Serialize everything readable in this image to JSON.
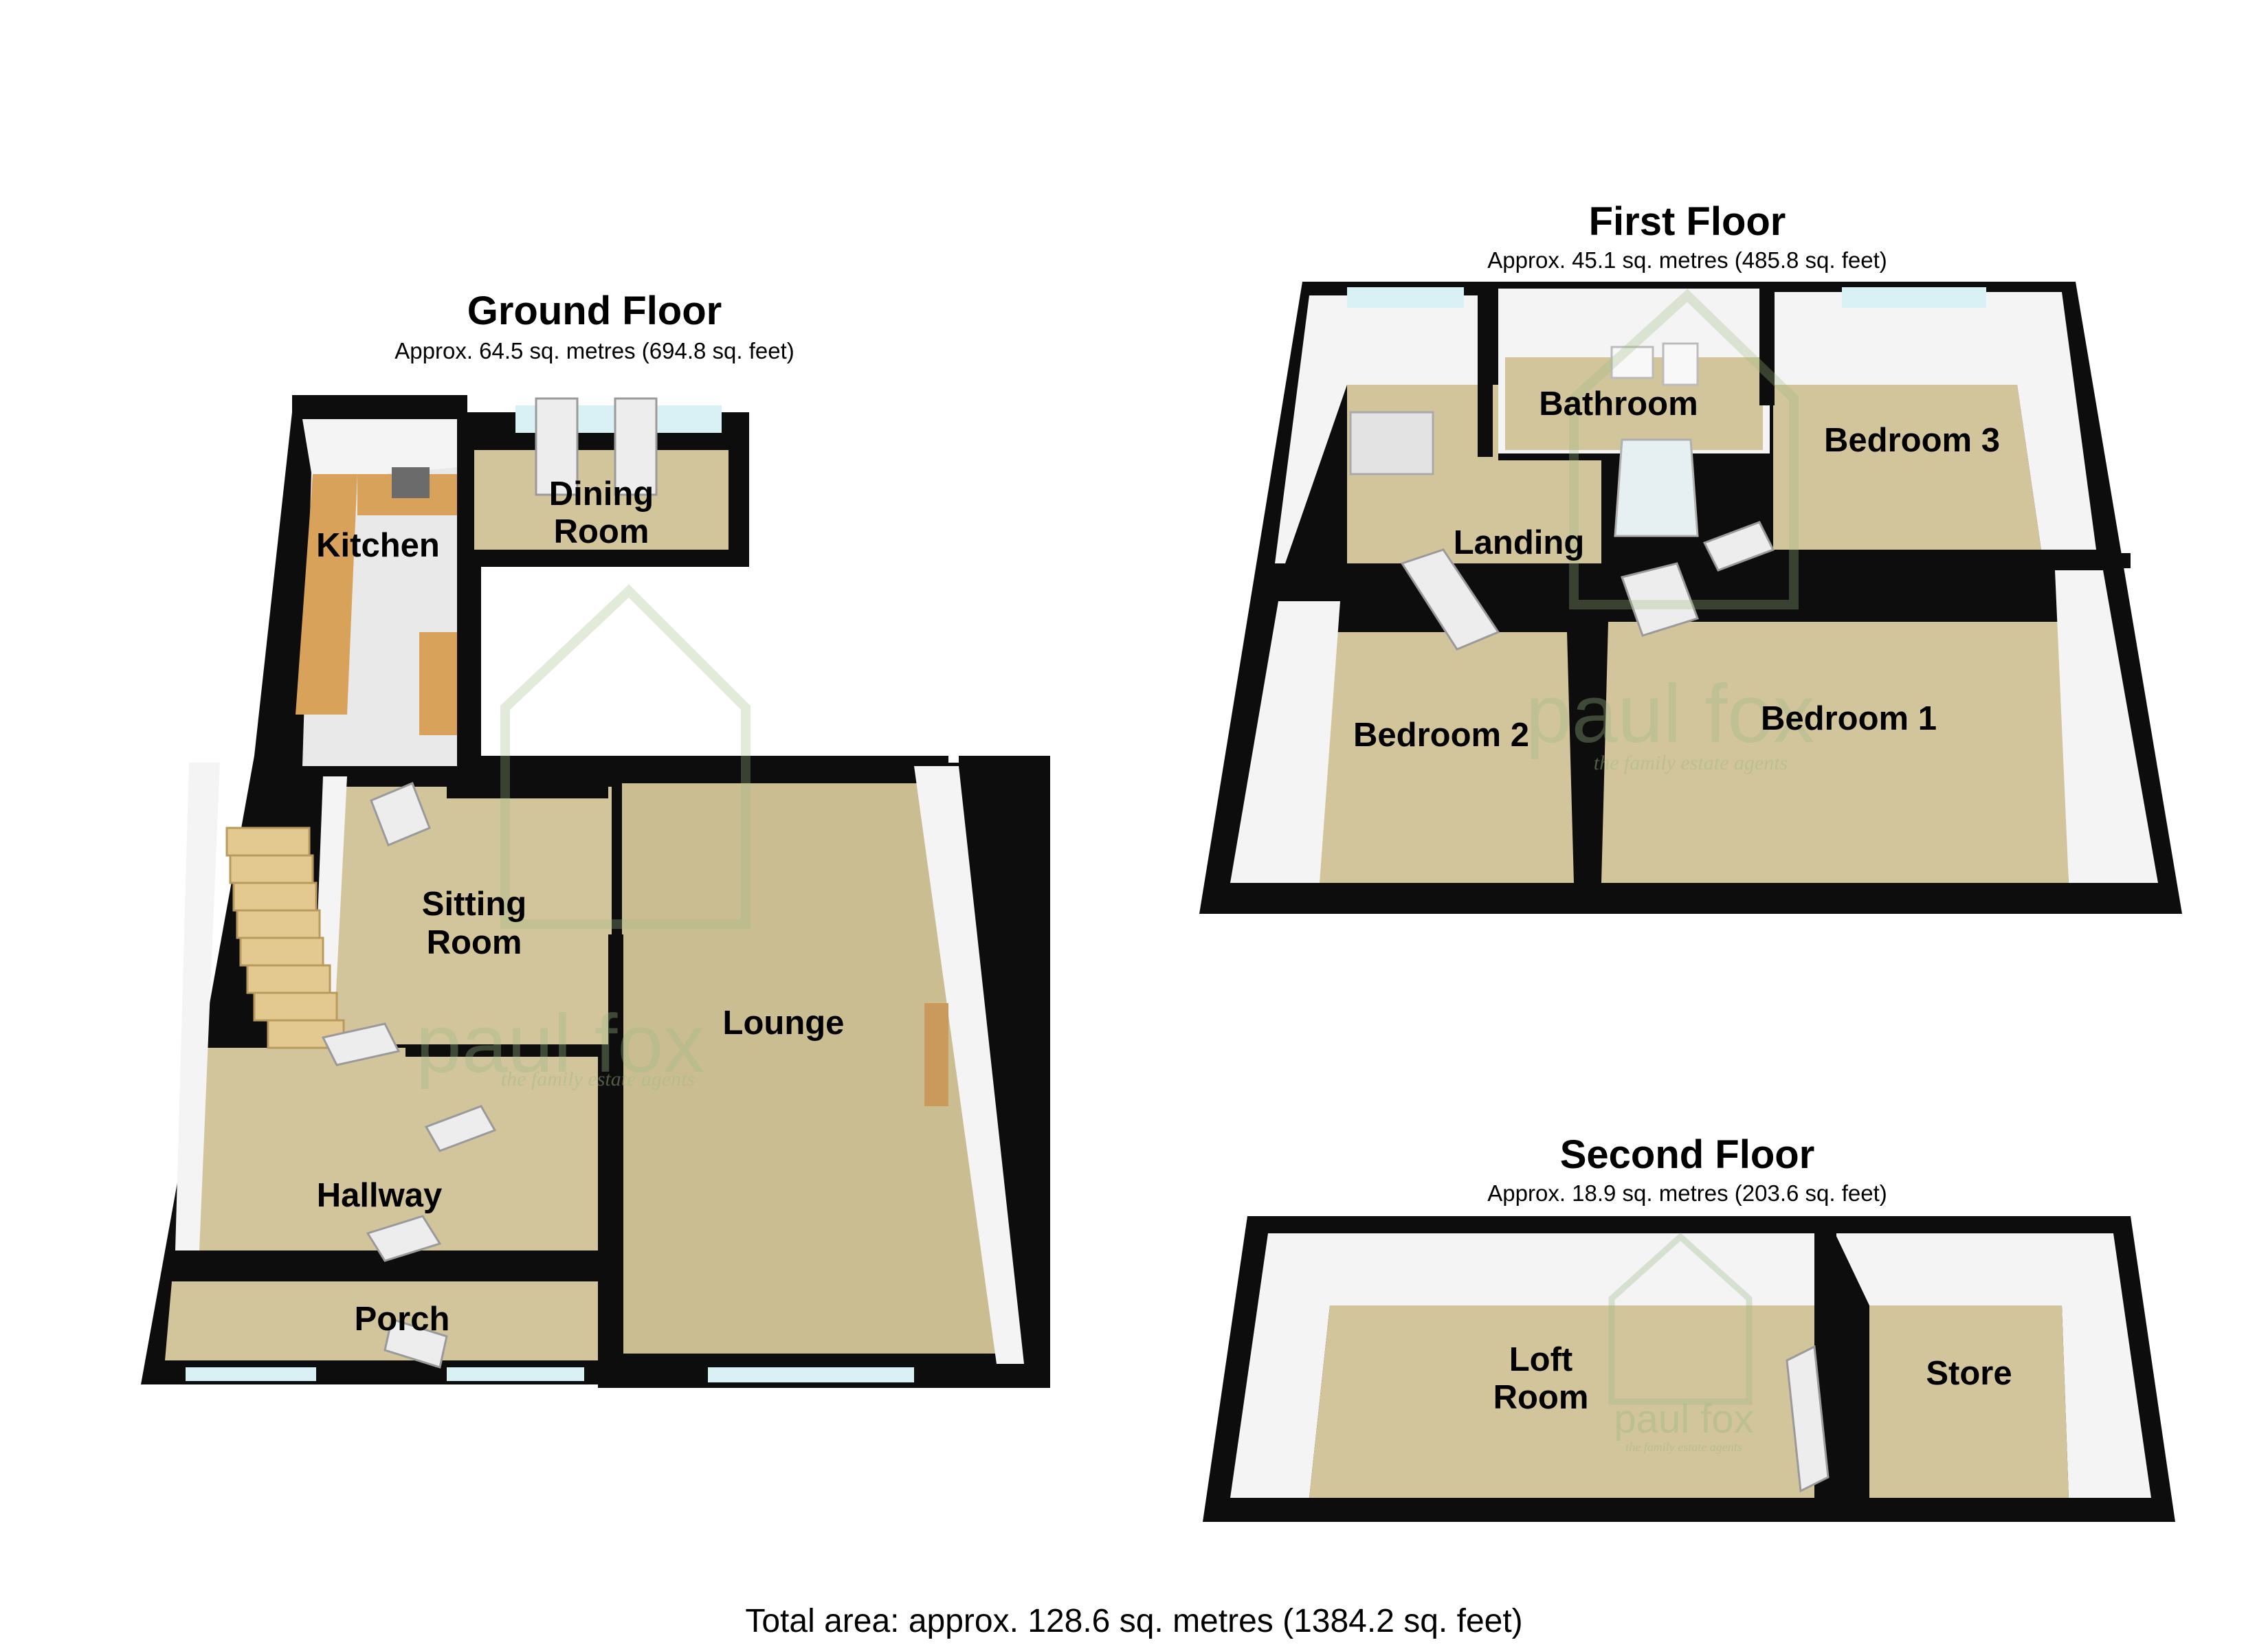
{
  "floors": {
    "ground": {
      "title": "Ground Floor",
      "area": "Approx. 64.5 sq. metres (694.8 sq. feet)",
      "rooms": {
        "kitchen": "Kitchen",
        "dining_l1": "Dining",
        "dining_l2": "Room",
        "sitting_l1": "Sitting",
        "sitting_l2": "Room",
        "lounge": "Lounge",
        "hallway": "Hallway",
        "porch": "Porch"
      }
    },
    "first": {
      "title": "First Floor",
      "area": "Approx. 45.1 sq. metres (485.8 sq. feet)",
      "rooms": {
        "bathroom": "Bathroom",
        "bedroom3": "Bedroom 3",
        "landing": "Landing",
        "bedroom2": "Bedroom 2",
        "bedroom1": "Bedroom 1"
      }
    },
    "second": {
      "title": "Second Floor",
      "area": "Approx. 18.9 sq. metres (203.6 sq. feet)",
      "rooms": {
        "loft_l1": "Loft",
        "loft_l2": "Room",
        "store": "Store"
      }
    }
  },
  "total_area": "Total area: approx. 128.6 sq. metres (1384.2 sq. feet)",
  "watermark": {
    "brand": "paul fox",
    "tagline": "the family estate agents"
  },
  "colors": {
    "wall": "#0d0d0d",
    "floor": "#d2c49b",
    "brand": "#9fba86"
  }
}
